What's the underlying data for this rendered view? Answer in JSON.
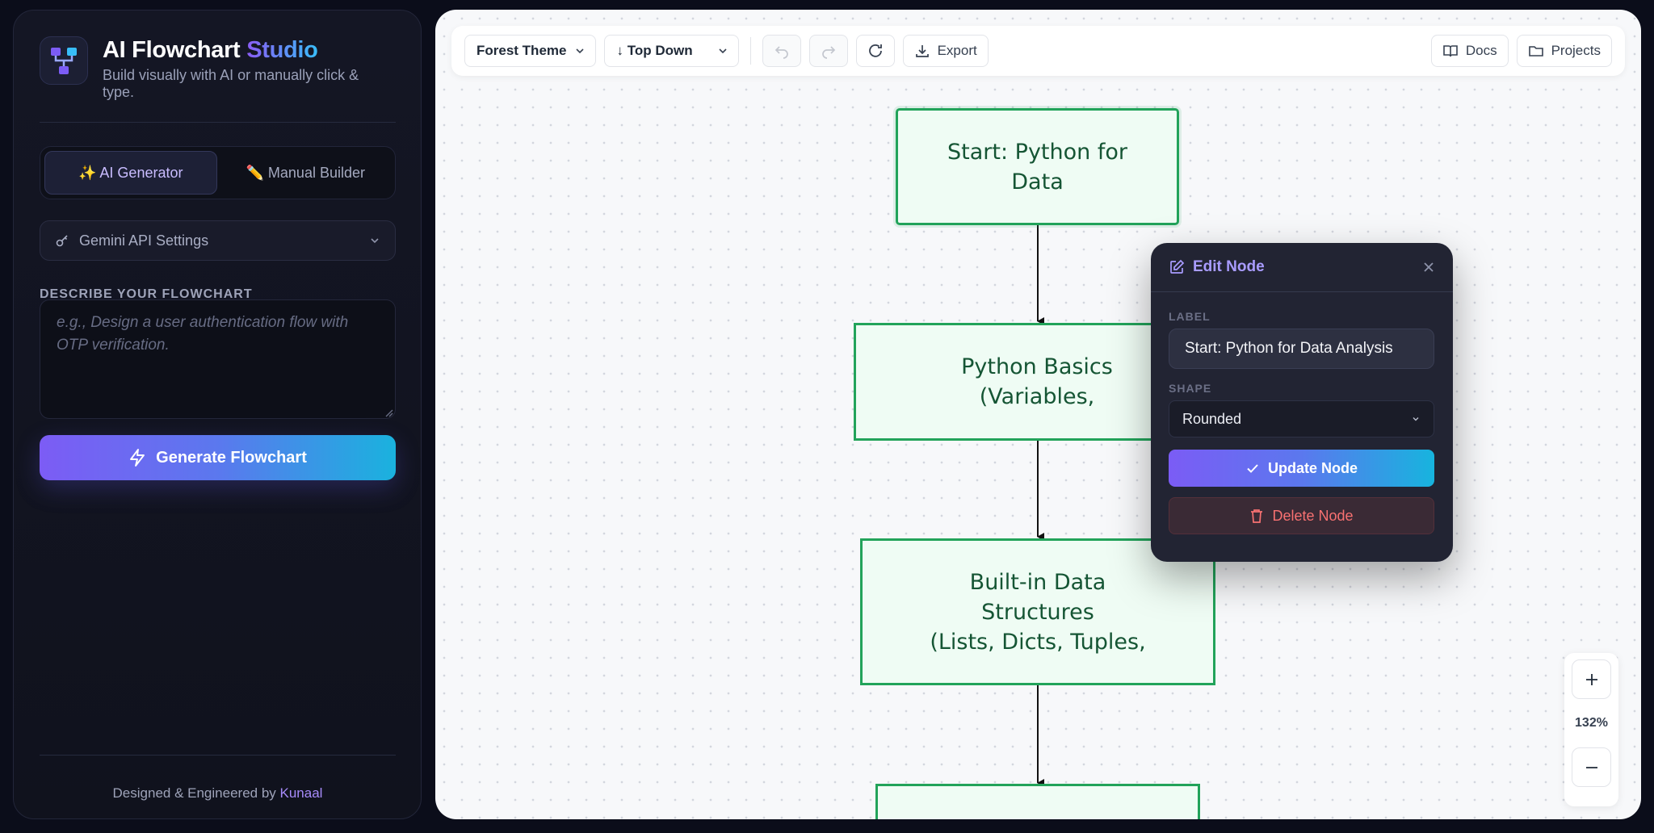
{
  "sidebar": {
    "title_main": "AI Flowchart",
    "title_accent": "Studio",
    "subtitle": "Build visually with AI or manually click & type.",
    "tabs": [
      {
        "label": "✨ AI Generator",
        "active": true
      },
      {
        "label": "✏️ Manual Builder",
        "active": false
      }
    ],
    "api_settings_label": "Gemini API Settings",
    "describe_label": "DESCRIBE YOUR FLOWCHART",
    "describe_placeholder": "e.g., Design a user authentication flow with OTP verification.",
    "describe_value": "",
    "generate_label": "Generate Flowchart",
    "footer_prefix": "Designed & Engineered by",
    "footer_author": "Kunaal"
  },
  "toolbar": {
    "theme_select": "Forest Theme",
    "direction_select": "↓ Top Down",
    "undo_icon": "undo-icon",
    "redo_icon": "redo-icon",
    "reset_icon": "refresh-icon",
    "export_label": "Export",
    "docs_label": "Docs",
    "projects_label": "Projects"
  },
  "flowchart": {
    "nodes": [
      {
        "line1": "Start: Python for",
        "line2": "Data",
        "line3": ""
      },
      {
        "line1": "Python Basics",
        "line2": "(Variables,",
        "line3": ""
      },
      {
        "line1": "Built-in Data",
        "line2": "Structures",
        "line3": "(Lists, Dicts, Tuples,"
      },
      {
        "line1": "",
        "line2": "",
        "line3": ""
      }
    ],
    "colors": {
      "node_fill": "#effcf4",
      "node_border": "#22a35a",
      "node_text": "#155534",
      "edge": "#111111"
    }
  },
  "edit_panel": {
    "title": "Edit Node",
    "label_heading": "LABEL",
    "label_value": "Start: Python for Data Analysis",
    "shape_heading": "SHAPE",
    "shape_value": "Rounded",
    "update_label": "Update Node",
    "delete_label": "Delete Node"
  },
  "zoom": {
    "level": "132%"
  },
  "colors": {
    "accent_purple": "#8b5cf6",
    "accent_cyan": "#1ab2de",
    "danger": "#f87171"
  }
}
